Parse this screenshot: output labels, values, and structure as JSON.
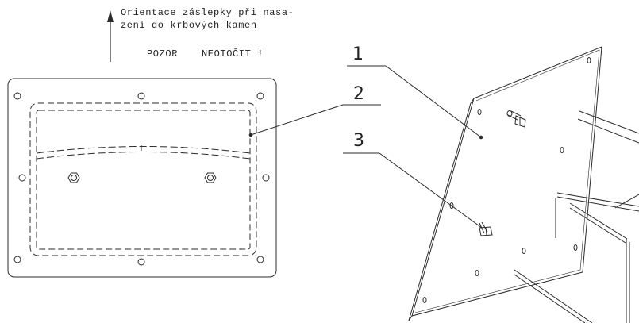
{
  "orientation_note": {
    "line1": "Orientace záslepky při nasa-",
    "line2": "zení do krbových kamen"
  },
  "warning": {
    "left": "POZOR",
    "right": "NEOTOČIT !"
  },
  "callouts": {
    "item1": "1",
    "item2": "2",
    "item3": "3"
  },
  "colors": {
    "line": "#2b2b2b",
    "background": "#ffffff"
  },
  "icons": {
    "orientation_arrow": "arrow-up-icon"
  }
}
